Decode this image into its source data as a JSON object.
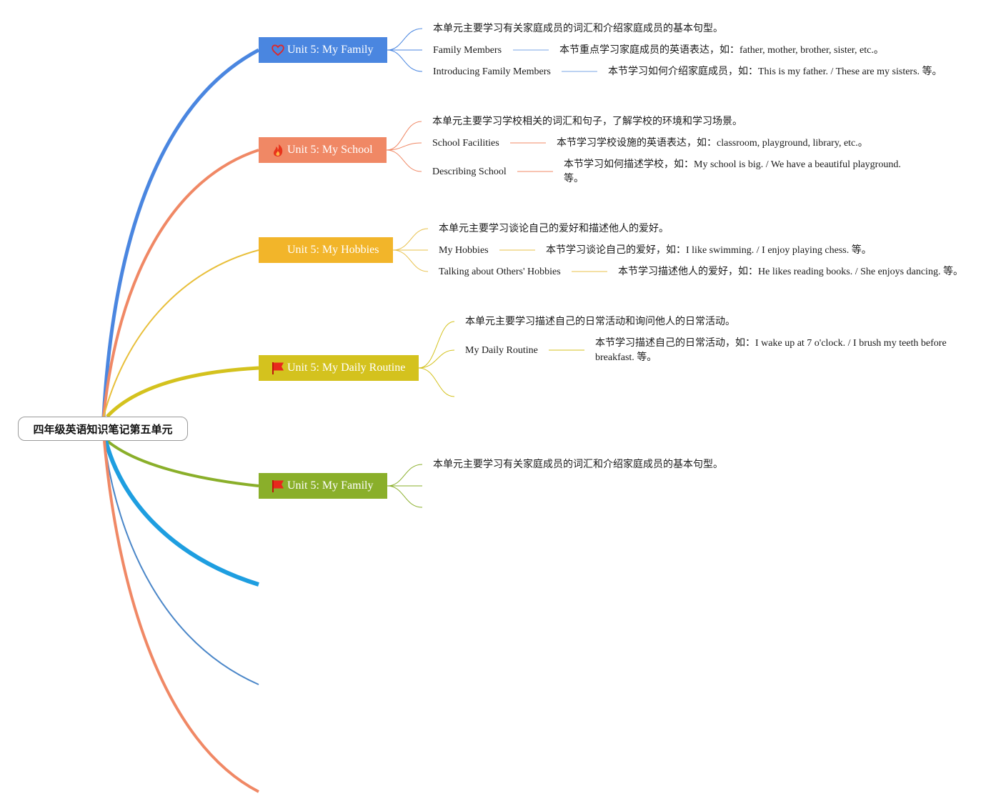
{
  "root": {
    "title": "四年级英语知识笔记第五单元"
  },
  "branches": [
    {
      "label": "Unit 5: My Family",
      "icon": "heart-icon",
      "color": "#4a86e0",
      "summary": "本单元主要学习有关家庭成员的词汇和介绍家庭成员的基本句型。",
      "topics": [
        {
          "title": "Family Members",
          "detail": "本节重点学习家庭成员的英语表达，如：father, mother, brother, sister, etc.。"
        },
        {
          "title": "Introducing Family Members",
          "detail": "本节学习如何介绍家庭成员，如：This is my father. / These are my sisters. 等。"
        }
      ]
    },
    {
      "label": "Unit 5: My School",
      "icon": "flame-icon",
      "color": "#f08865",
      "summary": "本单元主要学习学校相关的词汇和句子，了解学校的环境和学习场景。",
      "topics": [
        {
          "title": "School Facilities",
          "detail": "本节学习学校设施的英语表达，如：classroom, playground, library, etc.。"
        },
        {
          "title": "Describing School",
          "detail": "本节学习如何描述学校，如：My school is big. / We have a beautiful playground. 等。"
        }
      ]
    },
    {
      "label": "Unit 5: My Hobbies",
      "icon": "star-icon",
      "color": "#f2b52a",
      "summary": "本单元主要学习谈论自己的爱好和描述他人的爱好。",
      "topics": [
        {
          "title": "My Hobbies",
          "detail": "本节学习谈论自己的爱好，如：I like swimming. / I enjoy playing chess. 等。"
        },
        {
          "title": "Talking about Others' Hobbies",
          "detail": "本节学习描述他人的爱好，如：He likes reading books. / She enjoys dancing. 等。"
        }
      ]
    },
    {
      "label": "Unit 5: My Daily Routine",
      "icon": "flag-icon",
      "color": "#d4c21e",
      "summary": "本单元主要学习描述自己的日常活动和询问他人的日常活动。",
      "topics": [
        {
          "title": "My Daily Routine",
          "detail": "本节学习描述自己的日常活动，如：I wake up at 7 o'clock. / I brush my teeth before breakfast. 等。"
        }
      ]
    },
    {
      "label": "Unit 5: My Family",
      "icon": "flag-icon",
      "color": "#8aaf2a",
      "summary": "本单元主要学习有关家庭成员的词汇和介绍家庭成员的基本句型。",
      "topics": []
    }
  ],
  "empty_branch_colors": [
    "#1e9ee0",
    "#4a86c8",
    "#f08865"
  ]
}
